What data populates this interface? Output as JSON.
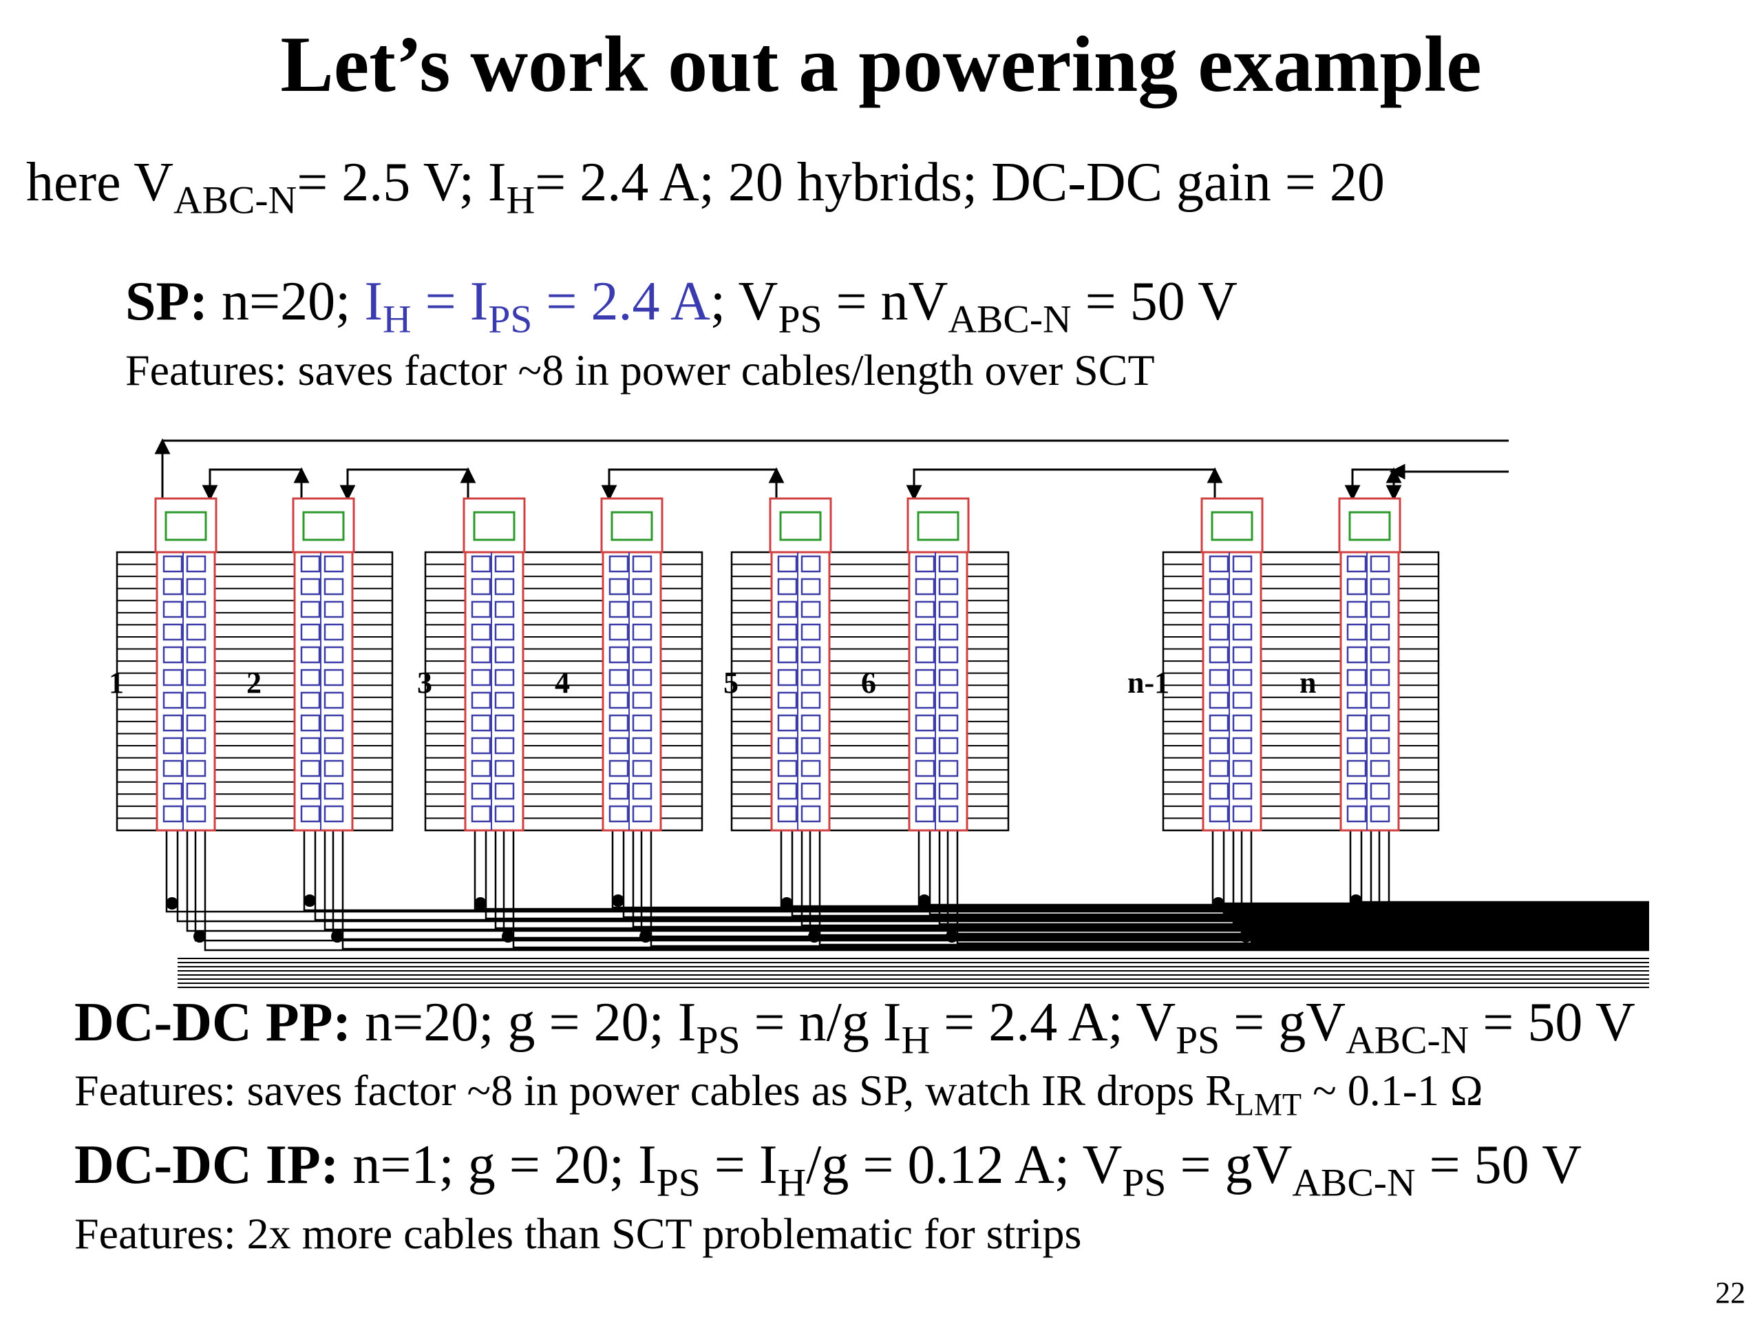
{
  "slide": {
    "title": "Let’s work out a powering example",
    "page_number": "22"
  },
  "intro": {
    "t1": "here V",
    "s1": "ABC-N",
    "t2": "= 2.5 V; I",
    "s2": "H",
    "t3": "= 2.4 A; 20 hybrids; DC-DC gain = 20"
  },
  "sp": {
    "label": "SP:",
    "t1": " n=20; ",
    "b1": "I",
    "bs1": "H",
    "b2": " = I",
    "bs2": "PS",
    "b3": " = 2.4 A",
    "t2": "; V",
    "s2": "PS",
    "t3": " = nV",
    "s3": "ABC-N",
    "t4": " = 50 V",
    "features": "Features: saves factor ~8 in power cables/length over SCT"
  },
  "pp": {
    "label": "DC-DC PP:",
    "t1": " n=20; g = 20; I",
    "s1": "PS",
    "t2": " = n/g I",
    "s2": "H",
    "t3": " = 2.4 A; V",
    "s3": "PS",
    "t4": " = gV",
    "s4": "ABC-N",
    "t5": " = 50 V",
    "f1": "Features: saves factor ~8 in power cables as SP, watch IR drops ",
    "f_glyph": "",
    "f2": " R",
    "fs": "LMT",
    "f3": " ~ 0.1-1 Ω"
  },
  "ip": {
    "label": "DC-DC IP:",
    "t1": " n=1; g = 20; I",
    "s1": "PS",
    "t2": " = I",
    "s2": "H",
    "t3": "/g = 0.12 A; V",
    "s3": "PS",
    "t4": " = gV",
    "s4": "ABC-N",
    "t5": " = 50 V",
    "f1": "Features: 2x more cables than SCT ",
    "f_glyph": "",
    "f2": " problematic for strips"
  },
  "diagram": {
    "module_labels": [
      "1",
      "2",
      "3",
      "4",
      "5",
      "6",
      "n-1",
      "n"
    ],
    "colors": {
      "hybrid": "#d04040",
      "chip": "#3c3ca8",
      "regulator": "#2e9a2e",
      "wire": "#000000"
    }
  }
}
